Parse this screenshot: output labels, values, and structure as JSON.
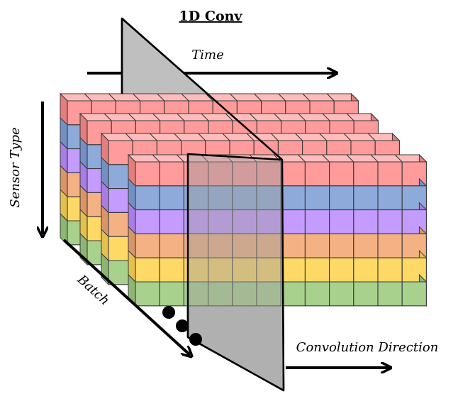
{
  "diagram": {
    "title": "1D Conv",
    "labels": {
      "time": "Time",
      "sensor_type": "Sensor Type",
      "batch": "Batch",
      "convolution_direction": "Convolution Direction"
    },
    "grid": {
      "rows": 6,
      "columns": 12,
      "batch_layers": 4
    },
    "row_colors": [
      {
        "face": "#ff9b9b",
        "top": "#ffbcbc",
        "side": "#e57d7d"
      },
      {
        "face": "#8eaadb",
        "top": "#b3c7ec",
        "side": "#7390c4"
      },
      {
        "face": "#c49bff",
        "top": "#dbbfff",
        "side": "#a87de6"
      },
      {
        "face": "#f4b183",
        "top": "#f9cdad",
        "side": "#d9956a"
      },
      {
        "face": "#ffd966",
        "top": "#ffe699",
        "side": "#e6c04d"
      },
      {
        "face": "#a9d18e",
        "top": "#c6e0b4",
        "side": "#8cb672"
      }
    ],
    "plane_color": "#b7b7b7"
  }
}
